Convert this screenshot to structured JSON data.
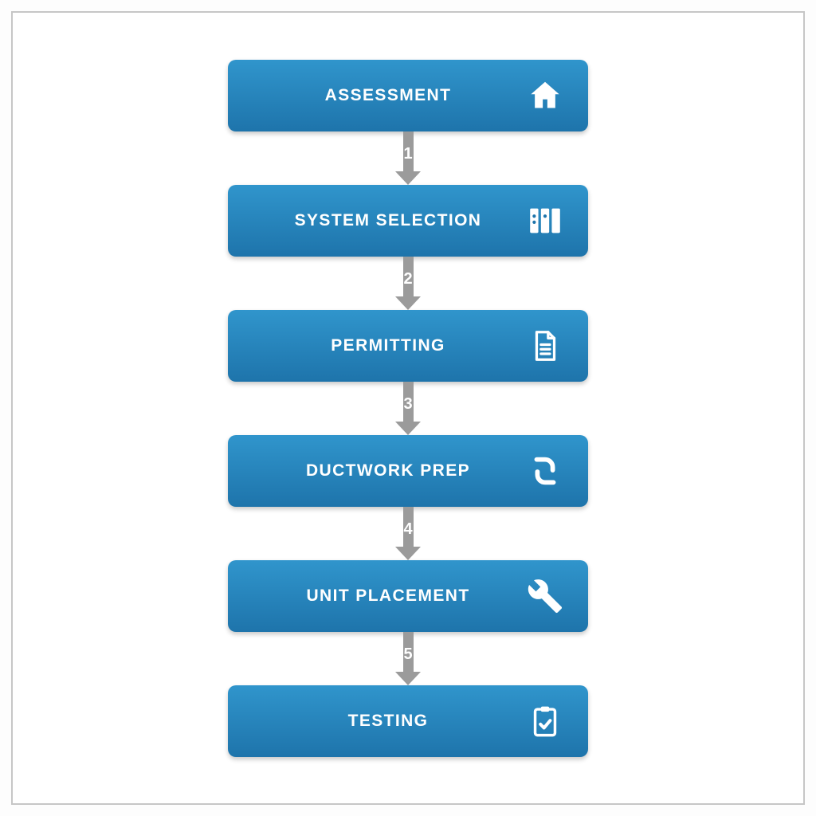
{
  "diagram": {
    "type": "flowchart",
    "steps": [
      {
        "label": "ASSESSMENT",
        "icon": "house-icon"
      },
      {
        "label": "SYSTEM SELECTION",
        "icon": "binders-icon"
      },
      {
        "label": "PERMITTING",
        "icon": "document-icon"
      },
      {
        "label": "DUCTWORK PREP",
        "icon": "duct-icon"
      },
      {
        "label": "UNIT PLACEMENT",
        "icon": "wrench-icon"
      },
      {
        "label": "TESTING",
        "icon": "clipboard-check-icon"
      }
    ],
    "connectors": [
      "1",
      "2",
      "3",
      "4",
      "5"
    ],
    "colors": {
      "box_top": "#3095cc",
      "box_bottom": "#1e74ab",
      "arrow": "#9b9b9b",
      "label": "#ffffff",
      "frame_border": "#c6c6c6",
      "background": "#ffffff"
    }
  }
}
